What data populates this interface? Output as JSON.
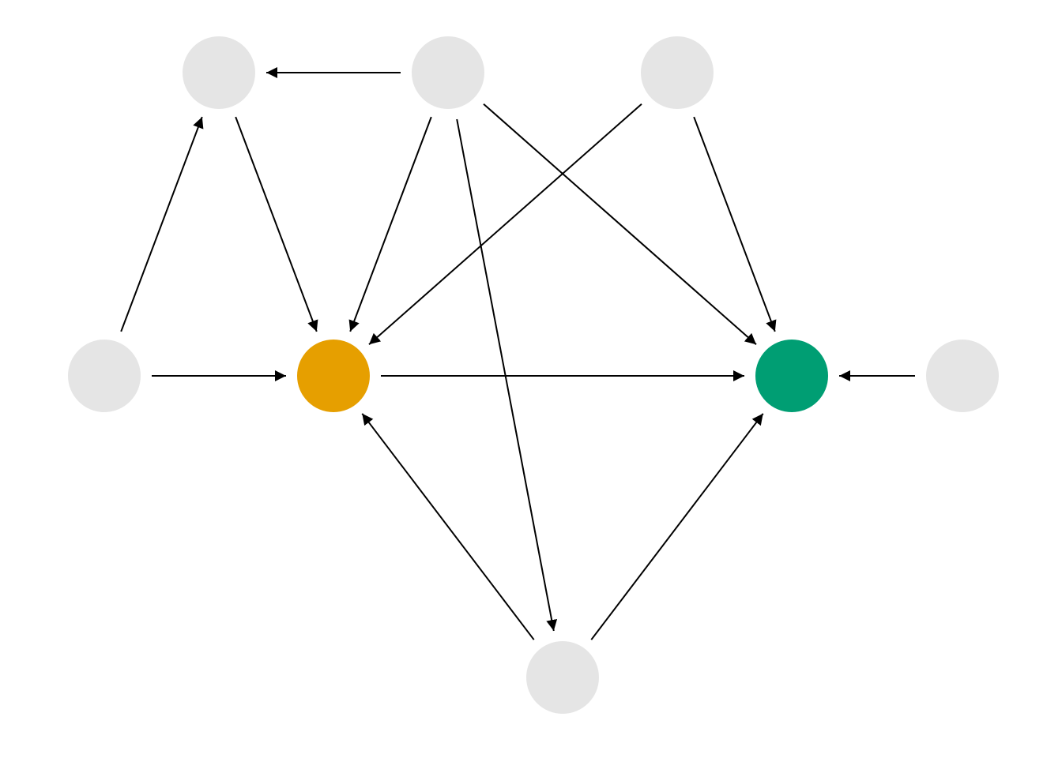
{
  "diagram": {
    "type": "directed-acyclic-graph",
    "colors": {
      "background": "#ffffff",
      "default_node": "#e5e5e5",
      "exposure_node": "#e69f00",
      "outcome_node": "#009e73",
      "edge": "#000000"
    },
    "nodes": [
      {
        "id": "top-left",
        "role": "default"
      },
      {
        "id": "top-middle",
        "role": "default"
      },
      {
        "id": "top-right",
        "role": "default"
      },
      {
        "id": "middle-left",
        "role": "default"
      },
      {
        "id": "exposure",
        "role": "exposure"
      },
      {
        "id": "outcome",
        "role": "outcome"
      },
      {
        "id": "middle-right",
        "role": "default"
      },
      {
        "id": "bottom",
        "role": "default"
      }
    ],
    "edges": [
      {
        "from": "top-middle",
        "to": "top-left"
      },
      {
        "from": "middle-left",
        "to": "top-left"
      },
      {
        "from": "top-left",
        "to": "exposure"
      },
      {
        "from": "top-middle",
        "to": "exposure"
      },
      {
        "from": "top-middle",
        "to": "bottom"
      },
      {
        "from": "top-middle",
        "to": "outcome"
      },
      {
        "from": "top-right",
        "to": "exposure"
      },
      {
        "from": "top-right",
        "to": "outcome"
      },
      {
        "from": "middle-left",
        "to": "exposure"
      },
      {
        "from": "exposure",
        "to": "outcome"
      },
      {
        "from": "middle-right",
        "to": "outcome"
      },
      {
        "from": "bottom",
        "to": "exposure"
      },
      {
        "from": "bottom",
        "to": "outcome"
      }
    ]
  }
}
